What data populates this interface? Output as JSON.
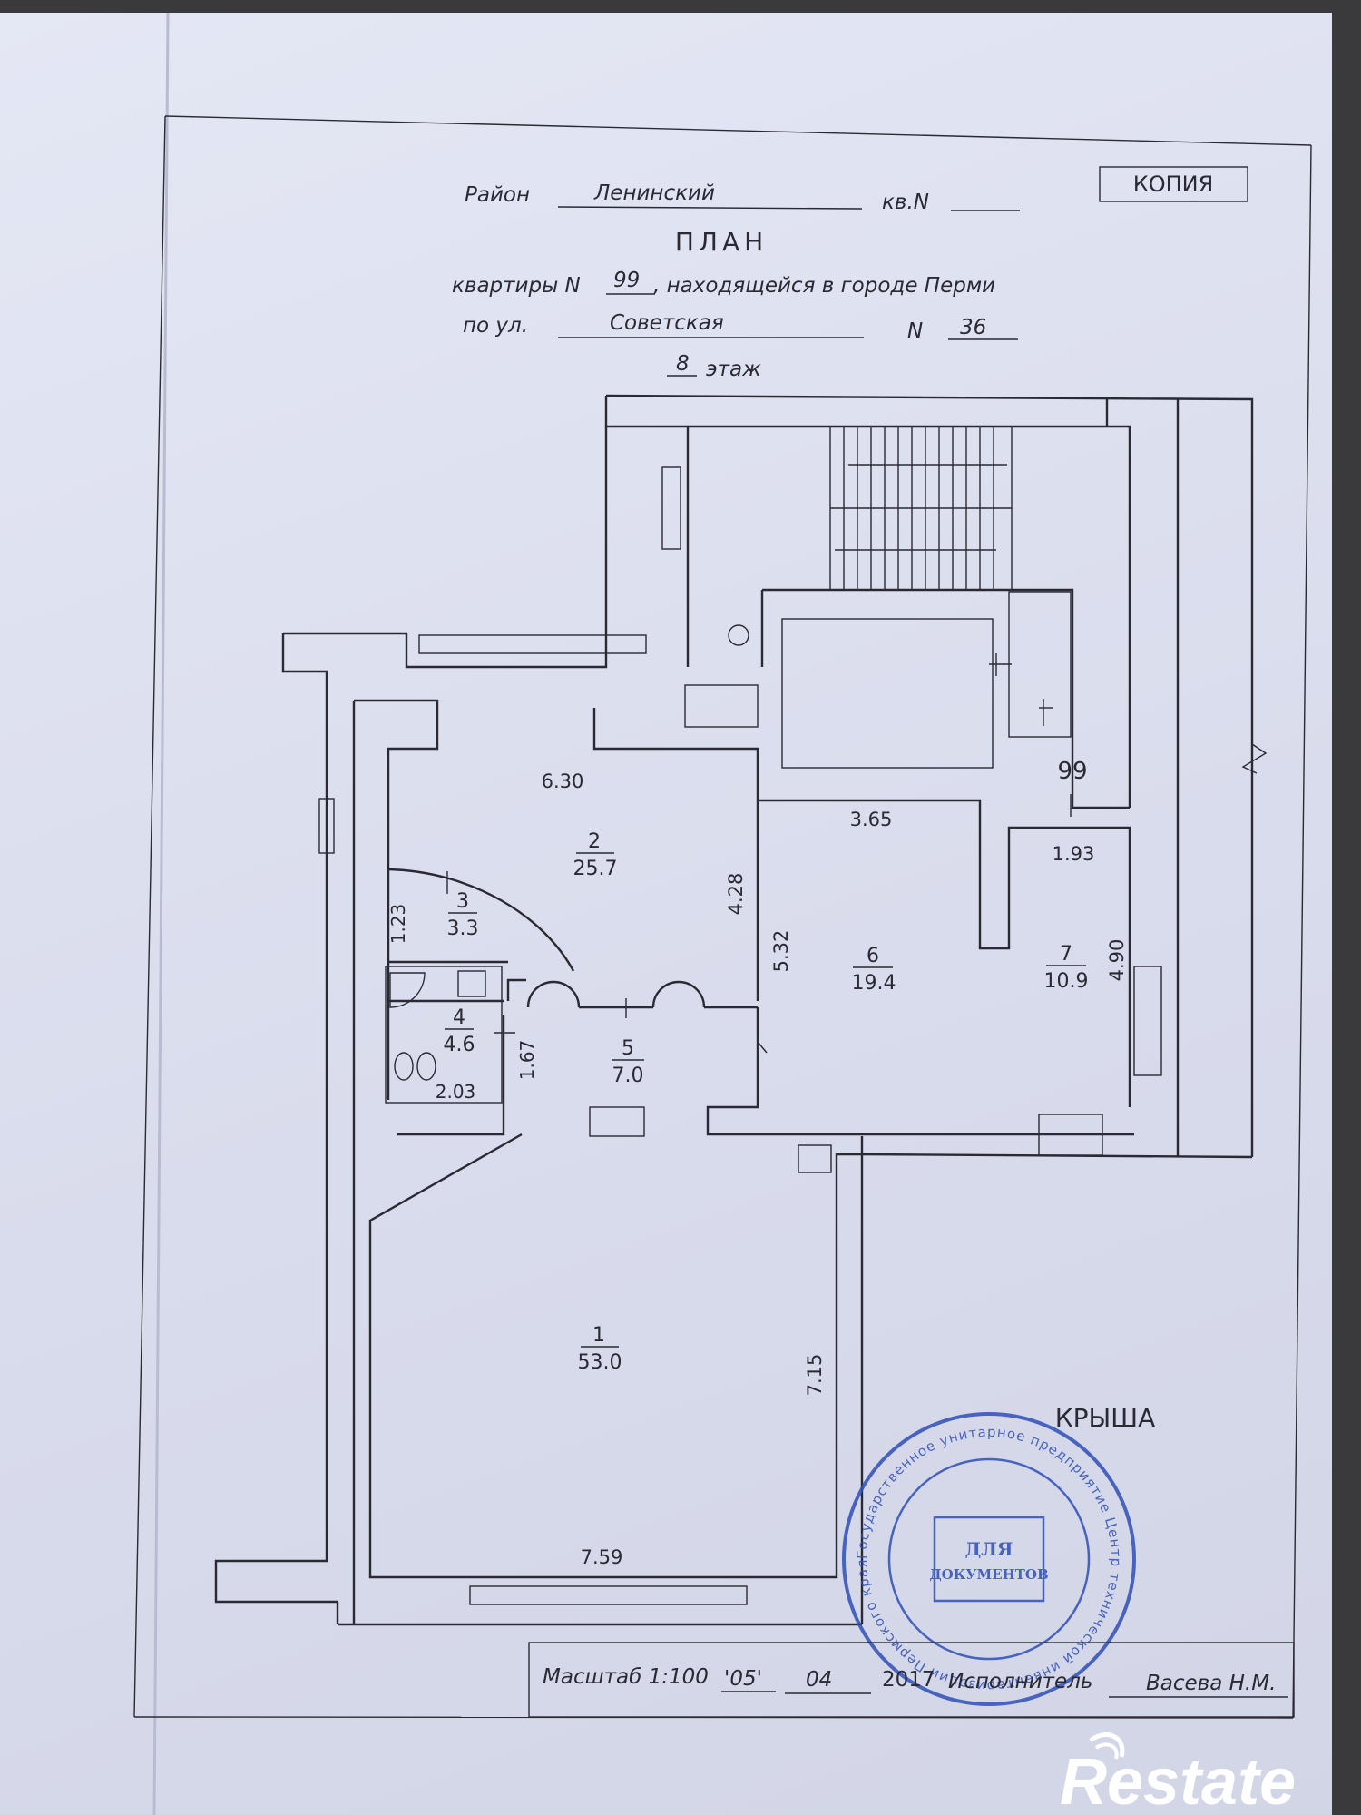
{
  "header": {
    "district_label": "Район",
    "district_value": "Ленинский",
    "kv_label": "кв.N",
    "kv_value": "",
    "copy_badge": "КОПИЯ",
    "plan_title": "ПЛАН",
    "apartment_prefix": "квартиры N",
    "apartment_number": "99",
    "apartment_suffix": ", находящейся в городе Перми",
    "street_label": "по ул.",
    "street_value": "Советская",
    "house_label": "N",
    "house_value": "36",
    "floor_value": "8",
    "floor_label": "этаж"
  },
  "rooms": [
    {
      "number": "1",
      "area": "53.0"
    },
    {
      "number": "2",
      "area": "25.7"
    },
    {
      "number": "3",
      "area": "3.3"
    },
    {
      "number": "4",
      "area": "4.6"
    },
    {
      "number": "5",
      "area": "7.0"
    },
    {
      "number": "6",
      "area": "19.4"
    },
    {
      "number": "7",
      "area": "10.9"
    }
  ],
  "dimensions": {
    "d630": "6.30",
    "d428": "4.28",
    "d365": "3.65",
    "d193": "1.93",
    "d532": "5.32",
    "d490": "4.90",
    "d123": "1.23",
    "d167": "1.67",
    "d203": "2.03",
    "d715": "7.15",
    "d759": "7.59"
  },
  "labels": {
    "apartment_tag": "99",
    "roof": "КРЫША"
  },
  "stamp": {
    "ring_text": "Государственное унитарное предприятие Центр технической инвентаризации Пермского края",
    "center_line1": "ДЛЯ",
    "center_line2": "ДОКУМЕНТОВ"
  },
  "footer": {
    "scale_label": "Масштаб 1:100",
    "day": "'05'",
    "month": "04",
    "year": "2017",
    "executor_label": "Исполнитель",
    "executor_name": "Васева Н.М."
  },
  "watermark": {
    "text": "Restate"
  },
  "colors": {
    "ink": "#2a2a34",
    "paper": "#dfe2f0",
    "stamp": "#2f4fb8",
    "background": "#3a3a3c"
  }
}
